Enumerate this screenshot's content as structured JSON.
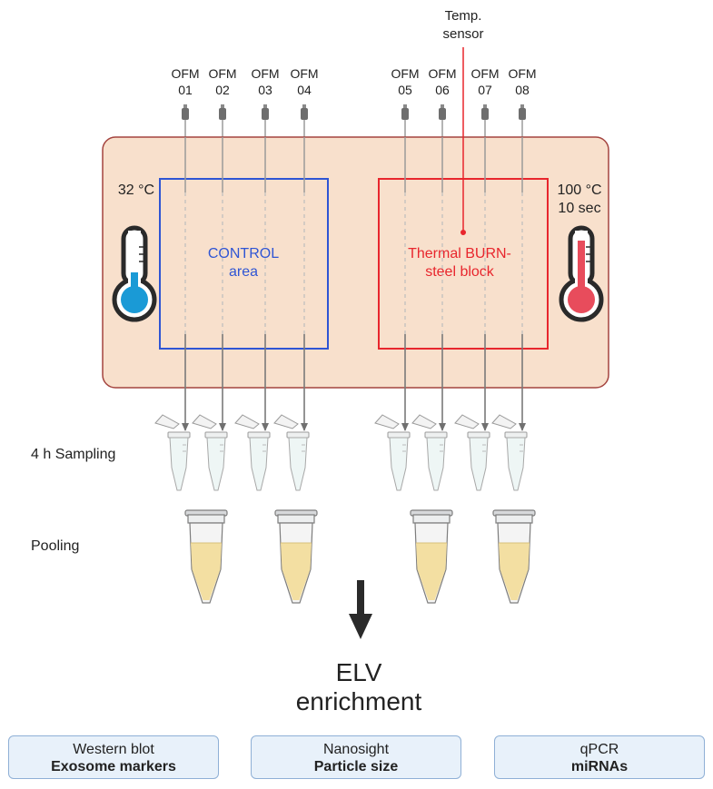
{
  "sensor_label": [
    "Temp.",
    "sensor"
  ],
  "ofm_prefix": "OFM",
  "probes": [
    "01",
    "02",
    "03",
    "04",
    "05",
    "06",
    "07",
    "08"
  ],
  "control": {
    "temperature": "32 °C",
    "label": [
      "CONTROL",
      "area"
    ],
    "color": "#2f55d4",
    "bulb_color": "#1a9ad6"
  },
  "burn": {
    "temperature": "100 °C",
    "duration": "10 sec",
    "label": [
      "Thermal BURN-",
      "steel block"
    ],
    "color": "#e8262d",
    "bulb_color": "#e84c5c"
  },
  "steps": {
    "sampling": "4 h Sampling",
    "pooling": "Pooling"
  },
  "elv_label": [
    "ELV",
    "enrichment"
  ],
  "results": [
    {
      "title": "Western blot",
      "subtitle": "Exosome markers"
    },
    {
      "title": "Nanosight",
      "subtitle": "Particle size"
    },
    {
      "title": "qPCR",
      "subtitle": "miRNAs"
    }
  ],
  "colors": {
    "plate": "#f8e0cc",
    "plate_border": "#a4443f",
    "liquid": "#f3dfa2",
    "result_fill": "#e8f1fa",
    "result_border": "#8fb0d6"
  }
}
